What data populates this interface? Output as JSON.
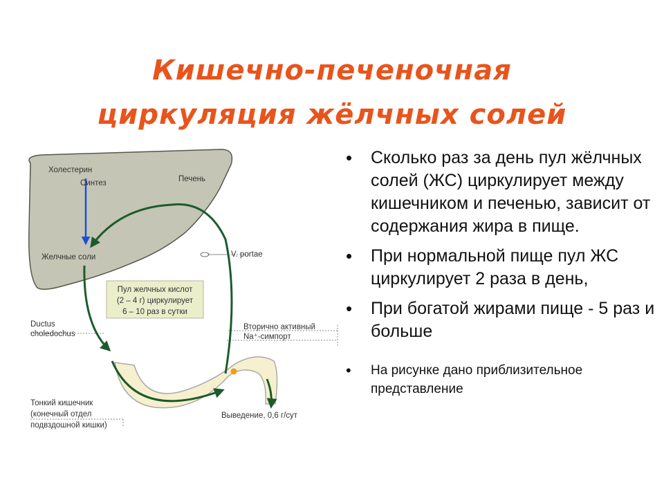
{
  "title": {
    "line1": "Кишечно-печеночная",
    "line2": "циркуляция жёлчных солей"
  },
  "bullets": [
    "Сколько раз за день пул жёлчных солей (ЖС) циркулирует между кишечником и печенью, зависит от содержания жира в пище.",
    "При нормальной пище пул ЖС циркулирует 2 раза в день,",
    "При богатой жирами пище - 5 раз и больше",
    "На рисунке дано приблизительное представление"
  ],
  "diagram": {
    "labels": {
      "cholesterol": "Холестерин",
      "synthesis": "Синтез",
      "liver": "Печень",
      "bile_salts": "Желчные соли",
      "v_portae": "V. portae",
      "pool_line1": "Пул желчных кислот",
      "pool_line2": "(2 – 4 г) циркулирует",
      "pool_line3": "6 – 10 раз в сутки",
      "ductus_line1": "Ductus",
      "ductus_line2": "choledochus",
      "symport_line1": "Вторично активный",
      "symport_line2": "Na⁺-симпорт",
      "intestine_line1": "Тонкий кишечник",
      "intestine_line2": "(конечный отдел",
      "intestine_line3": "подвздошной кишки)",
      "excretion": "Выведение, 0,6 г/сут"
    },
    "colors": {
      "liver_fill": "#c4c5b4",
      "intestine_fill": "#f6f0cf",
      "arrow_green": "#1d5a2c",
      "arrow_blue": "#1d4fd6",
      "dot_orange": "#f39a1e",
      "pool_box": "#eaeecb"
    }
  }
}
